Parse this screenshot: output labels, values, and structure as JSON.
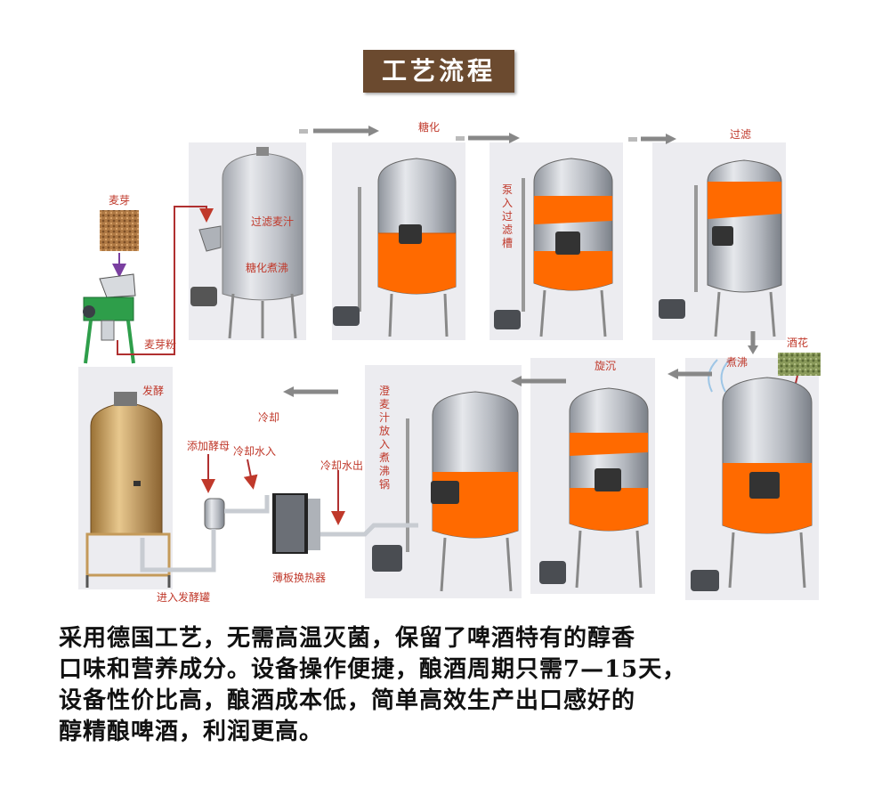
{
  "title": "工艺流程",
  "labels": {
    "malt": "麦芽",
    "malt_powder": "麦芽粉",
    "saccharify": "糖化",
    "filter": "过滤",
    "lauter_tun_label": "过滤麦汁",
    "mash_label": "糖化煮沸",
    "pump_into_lauter": "泵入过滤槽",
    "boil": "煮沸",
    "hops": "酒花",
    "whirlpool": "旋沉",
    "pump_into_kettle": "澄麦汁放入煮沸锅",
    "cooling": "冷却",
    "cooling_water_in": "冷却水入",
    "cooling_water_out": "冷却水出",
    "add_yeast": "添加酵母",
    "fermentation": "发酵",
    "into_fermenter": "进入发酵罐",
    "plate_heat_exchanger": "薄板换热器"
  },
  "description": [
    "采用德国工艺，无需高温灭菌，保留了啤酒特有的醇香",
    "口味和营养成分。设备操作便捷，酿酒周期只需7—15天，",
    "设备性价比高，酿酒成本低，简单高效生产出口感好的",
    "醇精酿啤酒，利润更高。"
  ],
  "colors": {
    "title_bg": "#6b4a2f",
    "label_red": "#c0392b",
    "wort_orange": "#ff6a00",
    "steel": "#a9adb5",
    "fermenter_brass": "#c49a5a"
  }
}
